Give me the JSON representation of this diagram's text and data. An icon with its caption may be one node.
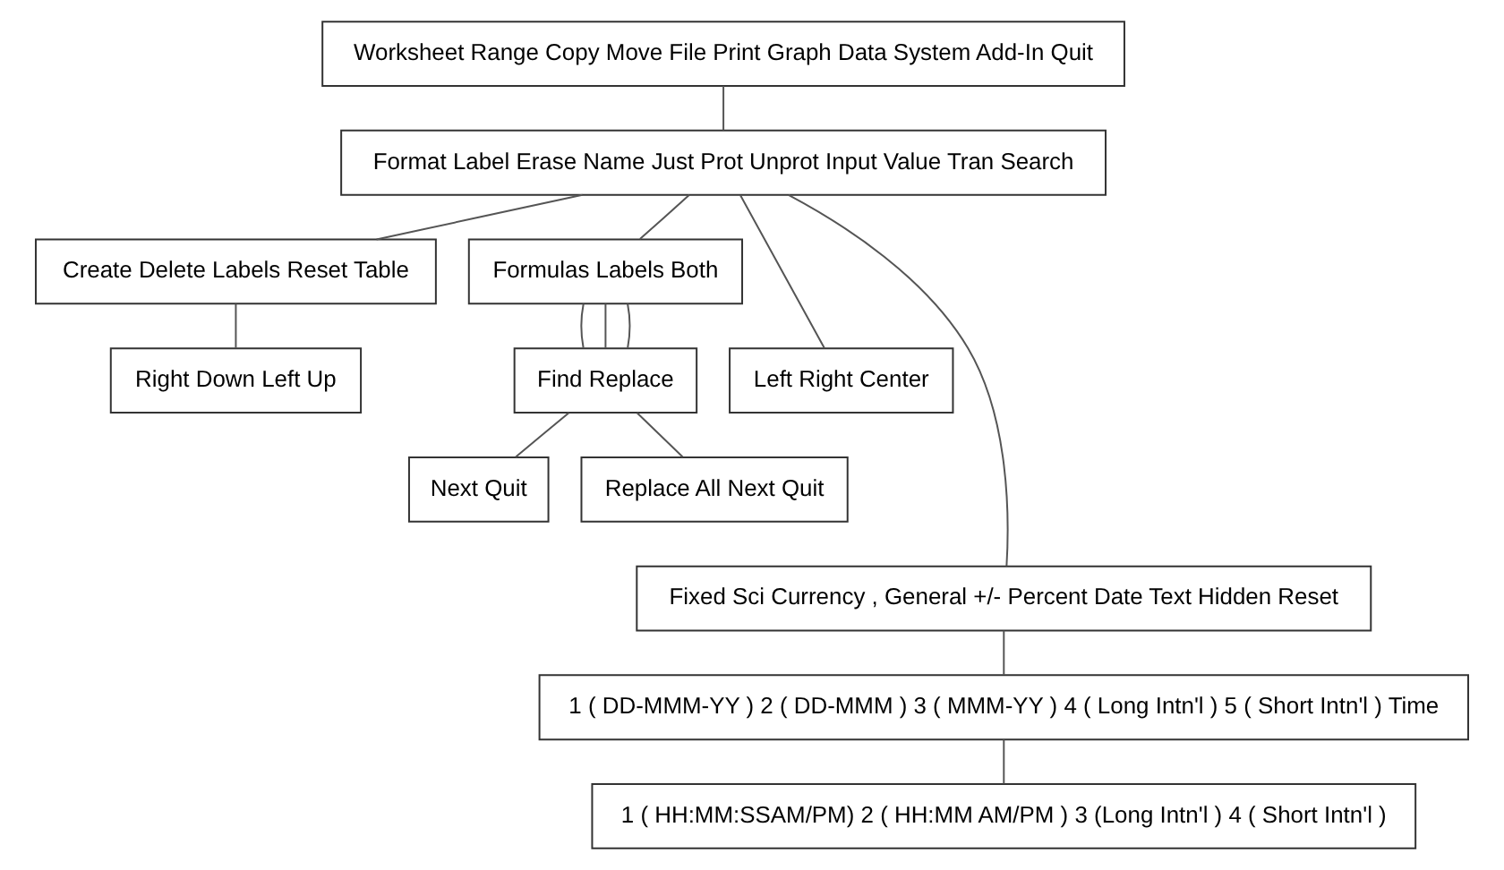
{
  "diagram": {
    "nodes": [
      {
        "text": [
          "Worksheet Range Copy Move File Print Graph Data System Add-In Quit"
        ]
      },
      {
        "text": [
          "Format Label Erase Name Just Prot Unprot Input Value Tran Search"
        ]
      },
      {
        "text": [
          "Create Delete Labels Reset Table"
        ]
      },
      {
        "text": [
          "Formulas Labels Both"
        ]
      },
      {
        "text": [
          "Left Right Center"
        ]
      },
      {
        "text": [
          "Right Down Left Up"
        ]
      },
      {
        "text": [
          "Find Replace"
        ]
      },
      {
        "text": [
          "Next Quit"
        ]
      },
      {
        "text": [
          "Replace All Next Quit"
        ]
      },
      {
        "text": [
          "Fixed Sci Currency , General +/- Percent Date Text Hidden Reset"
        ]
      },
      {
        "text": [
          "1 ( DD-MMM-YY ) 2 ( DD-MMM ) 3 ( MMM-YY ) 4 ( Long Intn'l ) 5 ( Short Intn'l ) Time"
        ]
      },
      {
        "text": [
          "1 ( HH:MM:SSAM/PM) 2 ( HH:MM AM/PM ) 3 (Long Intn'l ) 4 ( Short Intn'l )"
        ]
      }
    ],
    "edges": [
      {
        "from": 0,
        "to": 1,
        "arrow": "none"
      },
      {
        "from": 1,
        "to": 4,
        "arrow": "none"
      },
      {
        "from": 1,
        "to": 2,
        "arrow": "none"
      },
      {
        "from": 1,
        "to": 3,
        "arrow": "none"
      },
      {
        "from": 2,
        "to": 5,
        "arrow": "none"
      },
      {
        "from": 3,
        "to": 6,
        "arrow": "none"
      },
      {
        "from": 3,
        "to": 6,
        "arrow": "none"
      },
      {
        "from": 3,
        "to": 6,
        "arrow": "none"
      },
      {
        "from": 6,
        "to": 7,
        "arrow": "none"
      },
      {
        "from": 6,
        "to": 8,
        "arrow": "none"
      },
      {
        "from": 1,
        "to": 9,
        "arrow": "none"
      },
      {
        "from": 9,
        "to": 10,
        "arrow": "none"
      },
      {
        "from": 10,
        "to": 11,
        "arrow": "none"
      }
    ]
  }
}
